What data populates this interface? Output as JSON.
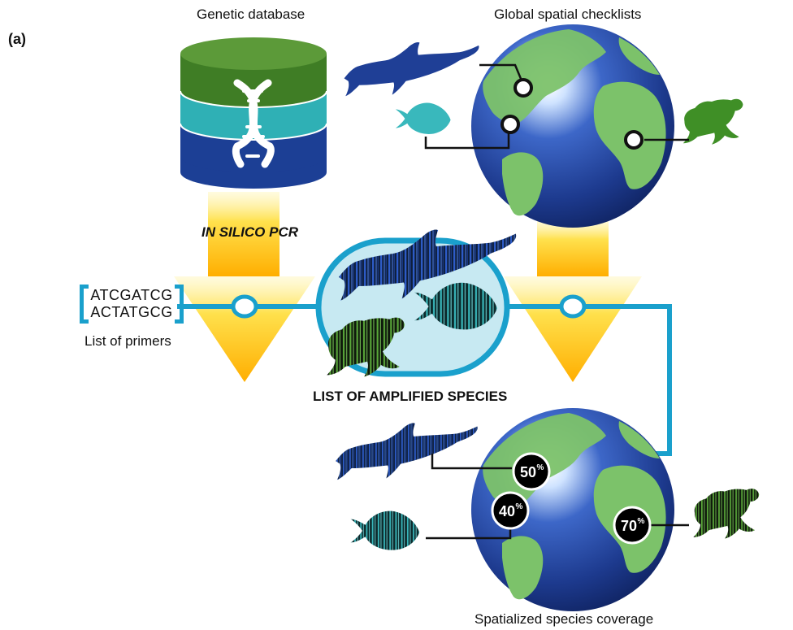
{
  "panel_label": "(a)",
  "labels": {
    "genetic_database": "Genetic database",
    "global_checklists": "Global spatial checklists",
    "in_silico_pcr": "IN SILICO PCR",
    "amplified_species": "LIST OF AMPLIFIED SPECIES",
    "list_of_primers": "List of primers",
    "spatial_coverage": "Spatialized species coverage"
  },
  "primers": [
    "ATCGATCG",
    "ACTATGCG"
  ],
  "coverage": [
    {
      "species": "dolphin",
      "value": "50",
      "unit": "%"
    },
    {
      "species": "fish",
      "value": "40",
      "unit": "%"
    },
    {
      "species": "frog",
      "value": "70",
      "unit": "%"
    }
  ],
  "icons": [
    "database-icon",
    "dna-icon",
    "dolphin-icon",
    "fish-icon",
    "frog-icon",
    "globe-icon",
    "funnel-arrow-icon"
  ],
  "colors": {
    "db_green": "#3f7d25",
    "db_teal": "#2fb0b5",
    "db_blue": "#1c3f95",
    "pipe_blue": "#1aa0cc",
    "arrow_yellow": "#ffc21a",
    "ocean_blue": "#1d3a8e",
    "land_green": "#7cc26a",
    "frog_green": "#3f8f26",
    "fish_teal": "#39b8bc",
    "dolphin_blue": "#1f3f96"
  }
}
